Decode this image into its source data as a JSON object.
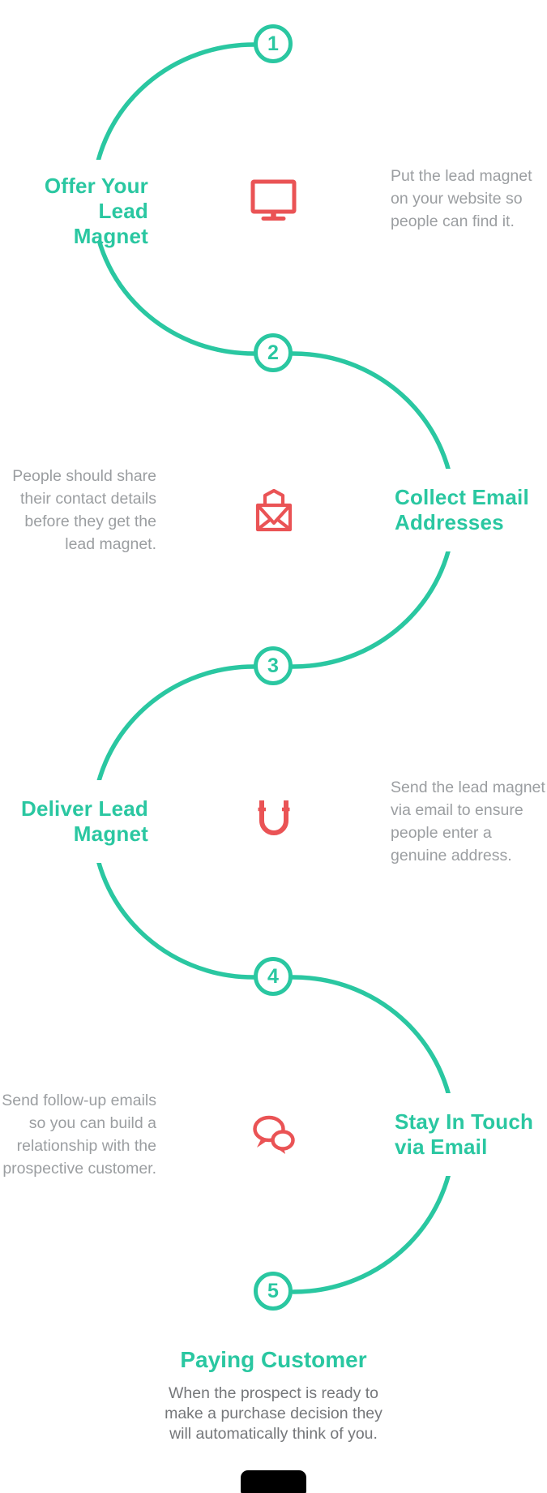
{
  "palette": {
    "teal": "#2AC7A1",
    "coral": "#EA5355",
    "gray_side_text": "#9B9EA1",
    "gray_bottom_text": "#75777A"
  },
  "steps": [
    {
      "number": "1",
      "title": "Offer Your Lead\nMagnet",
      "description": "Put the lead magnet\non your website so\npeople can find it.",
      "icon": "monitor-icon",
      "title_side": "left"
    },
    {
      "number": "2",
      "title": "Collect Email\nAddresses",
      "description": "People should share\ntheir contact details\nbefore they get the\nlead magnet.",
      "icon": "open-envelope-icon",
      "title_side": "right"
    },
    {
      "number": "3",
      "title": "Deliver Lead\nMagnet",
      "description": "Send the lead magnet\nvia email to ensure\npeople enter a\ngenuine address.",
      "icon": "magnet-icon",
      "title_side": "left"
    },
    {
      "number": "4",
      "title": "Stay In Touch\nvia Email",
      "description": "Send follow-up emails\nso you can build a\nrelationship with the\nprospective customer.",
      "icon": "chat-bubbles-icon",
      "title_side": "right"
    },
    {
      "number": "5",
      "title": "Paying Customer",
      "description": "When the prospect is ready to\nmake a purchase decision they\nwill automatically think of you.",
      "icon": "none",
      "title_side": "center"
    }
  ]
}
